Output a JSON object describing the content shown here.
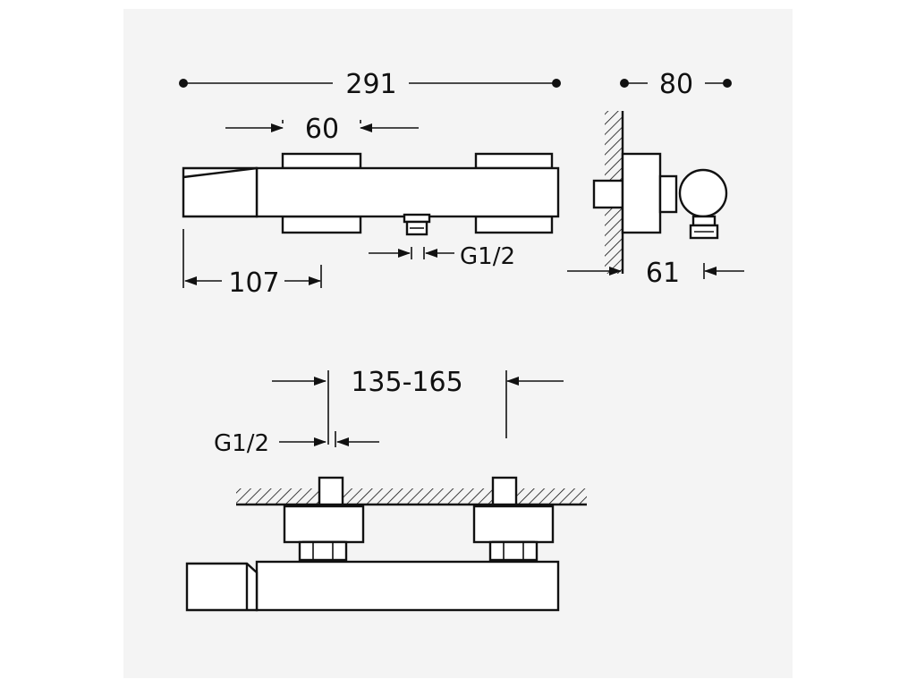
{
  "dimensions": {
    "overall_length": "291",
    "depth": "80",
    "handle_width": "60",
    "outlet_thread": "G1/2",
    "left_offset": "107",
    "wall_offset": "61",
    "inlet_spacing": "135-165",
    "inlet_thread": "G1/2"
  }
}
